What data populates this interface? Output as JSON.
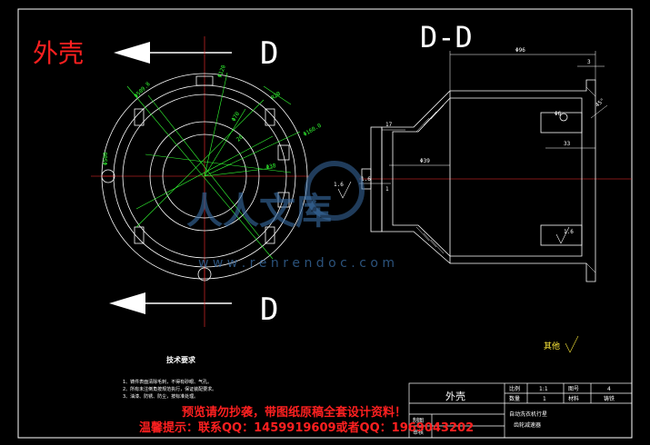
{
  "labels": {
    "part_name_red": "外壳",
    "section_letter_top": "D",
    "section_letter_bottom": "D",
    "section_title": "D-D",
    "rough_note": "其他",
    "tech_req_title": "技术要求",
    "tech_req_line1": "1、铸件表面清除毛刺，不得有砂眼、气孔。",
    "tech_req_line2": "2、所有未注倒角按规范执行，保证装配要求。",
    "tech_req_line3": "3、油漆、防锈、防尘，按标准处理。"
  },
  "dims_left": {
    "d1": "Φ509.8",
    "d2": "Φ120",
    "d3": "Φ70",
    "d4": "Φ500",
    "d5": "Φ160.0",
    "d6": "Φ38",
    "d7": "R20",
    "d8": "20"
  },
  "dims_right": {
    "top": "Φ96",
    "top_small": "3",
    "left_w": "17",
    "inner": "Φ39",
    "side1": "1.6",
    "side2": "1",
    "right_dia": "Φ6",
    "right_h": "33",
    "angle": "45°",
    "rough1": "1.6",
    "rough2": "1.6"
  },
  "title_block": {
    "part_name": "外壳",
    "scale_label": "比例",
    "scale_value": "1:1",
    "drawing_no_label": "图号",
    "drawing_no_value": "4",
    "qty_label": "数量",
    "qty_value": "1",
    "material_label": "材料",
    "material_value": "铸铁",
    "designer_label": "制图",
    "checker_label": "审核",
    "company_line1": "自动洗衣机行星",
    "company_line2": "齿轮减速器"
  },
  "watermark": {
    "brand": "人人文库",
    "url": "w w w . r e n r e n d o c . c o m",
    "line1": "预览请勿抄袭，带图纸原稿全套设计资料！",
    "line2": "温馨提示：联系QQ：1459919609或者QQ：1969043202"
  }
}
